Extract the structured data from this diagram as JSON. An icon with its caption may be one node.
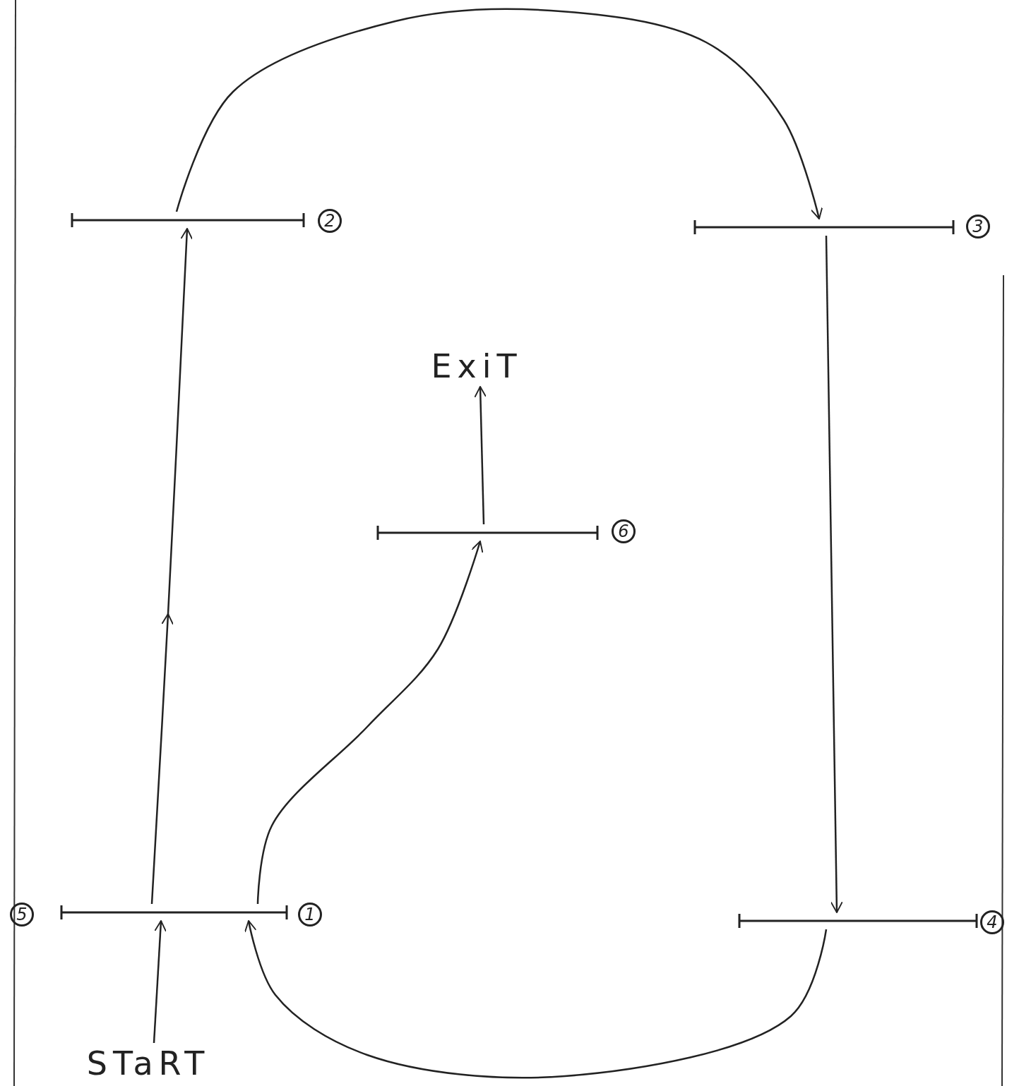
{
  "diagram": {
    "nodes": [
      {
        "text": [],
        "shape": "bar",
        "beside": [
          "5",
          "1"
        ]
      },
      {
        "text": [],
        "shape": "bar",
        "beside": [
          "2"
        ]
      },
      {
        "text": [],
        "shape": "bar",
        "beside": [
          "3"
        ]
      },
      {
        "text": [],
        "shape": "bar",
        "beside": [
          "4"
        ]
      },
      {
        "text": [],
        "shape": "bar",
        "beside": [
          "6"
        ]
      },
      {
        "text": [
          "ExiT"
        ]
      },
      {
        "text": [
          "STaRT"
        ]
      }
    ],
    "edges": [
      {
        "from": 6,
        "to": 0,
        "arrow": "to"
      },
      {
        "from": 0,
        "to": 1,
        "arrow": "to"
      },
      {
        "from": 1,
        "to": 2,
        "arrow": "to"
      },
      {
        "from": 2,
        "to": 3,
        "arrow": "to"
      },
      {
        "from": 3,
        "to": 0,
        "arrow": "to"
      },
      {
        "from": 0,
        "to": 4,
        "arrow": "to"
      },
      {
        "from": 4,
        "to": 5,
        "arrow": "to"
      }
    ]
  }
}
